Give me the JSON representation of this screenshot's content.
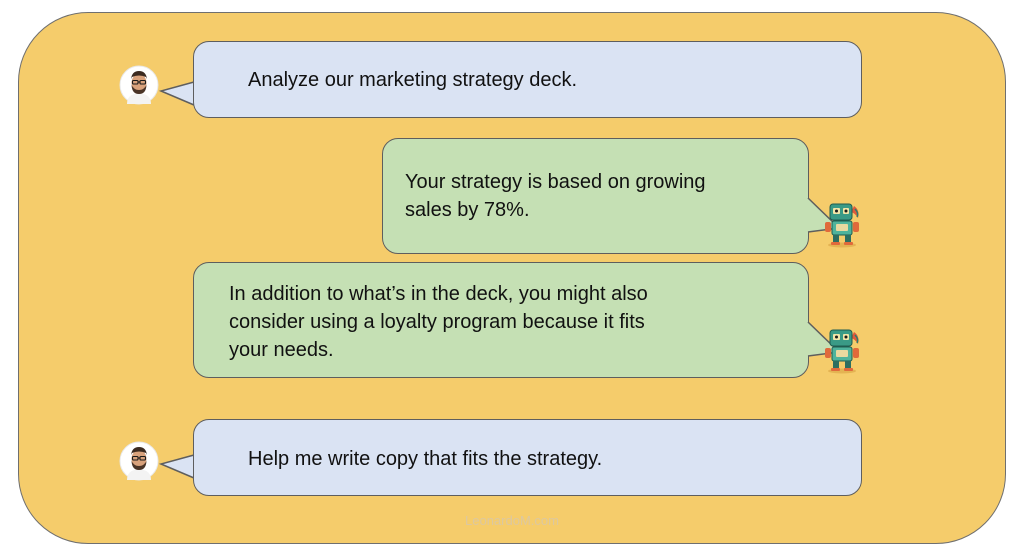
{
  "messages": [
    {
      "role": "user",
      "text": "Analyze our marketing strategy deck."
    },
    {
      "role": "assistant",
      "lines": [
        "Your strategy is based on growing",
        "sales by 78%."
      ]
    },
    {
      "role": "assistant",
      "lines": [
        "In addition to what’s in the deck, you might also",
        "consider using a loyalty program because it fits",
        "your needs."
      ]
    },
    {
      "role": "user",
      "text": "Help me write copy that fits the strategy."
    }
  ],
  "avatars": {
    "user_icon": "user-portrait-icon",
    "assistant_icon": "robot-icon"
  },
  "colors": {
    "background": "#f5cc6b",
    "user_bubble": "#dae3f3",
    "assistant_bubble": "#c5e0b4",
    "border": "#5e5e5e"
  },
  "watermark": "LeonardoM.com"
}
